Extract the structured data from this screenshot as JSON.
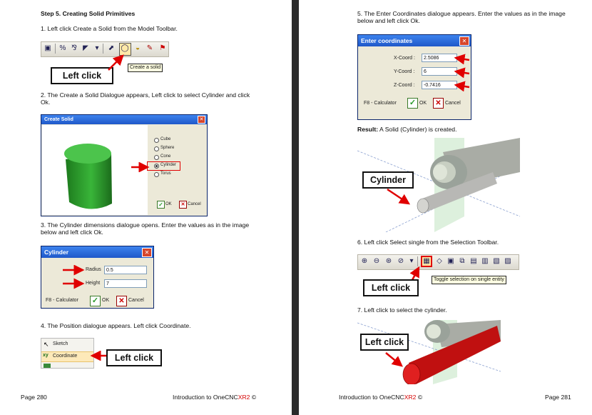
{
  "left_page": {
    "heading": "Step 5. Creating Solid Primitives",
    "step1": "1. Left click Create a Solid from the Model Toolbar.",
    "step1_tooltip": "Create a solid",
    "step1_callout": "Left click",
    "step2": "2. The  Create a Solid Dialogue appears,  Left click to select Cylinder and click Ok.",
    "create_solid_dialog": {
      "title": "Create Solid",
      "options": [
        "Cube",
        "Sphere",
        "Cone",
        "Cylinder",
        "Torus"
      ],
      "selected": "Cylinder",
      "ok": "OK",
      "cancel": "Cancel"
    },
    "step3": "3. The Cylinder dimensions dialogue opens. Enter the values as in the image below and left click Ok.",
    "cylinder_dialog": {
      "title": "Cylinder",
      "radius_label": "Radius",
      "radius_value": "0.5",
      "height_label": "Height",
      "height_value": "7",
      "calculator": "F8 - Calculator",
      "ok": "OK",
      "cancel": "Cancel"
    },
    "step4": "4. The Position dialogue appears. Left click Coordinate.",
    "position_menu": {
      "items": [
        "Sketch",
        "Coordinate"
      ]
    },
    "step4_callout": "Left click",
    "footer_page": "Page 280",
    "footer_title_prefix": "Introduction to OneCNC",
    "footer_title_brand": "XR2",
    "footer_title_suffix": " ©"
  },
  "right_page": {
    "step5": "5. The Enter Coordinates dialogue appears. Enter the values as in the image below and left click Ok.",
    "coord_dialog": {
      "title": "Enter coordinates",
      "x_label": "X-Coord :",
      "x_value": "2.5086",
      "y_label": "Y-Coord :",
      "y_value": "6",
      "z_label": "Z-Coord :",
      "z_value": "-0.7416",
      "calculator": "F8 - Calculator",
      "ok": "OK",
      "cancel": "Cancel"
    },
    "result_label": "Result:",
    "result_text": " A Solid (Cylinder) is created.",
    "cylinder_callout": "Cylinder",
    "step6": "6. Left click Select single from the Selection Toolbar.",
    "step6_tooltip": "Toggle selection on single entity",
    "step6_callout": "Left click",
    "step7": "7. Left click to select the cylinder.",
    "step7_callout": "Left click",
    "footer_title_prefix": "Introduction to OneCNC",
    "footer_title_brand": "XR2",
    "footer_title_suffix": " ©",
    "footer_page": "Page 281"
  },
  "colors": {
    "dialog_title": "#2a62d8",
    "arrow_red": "#e00000",
    "cylinder_green": "#2f9b2f",
    "selected_red": "#c01010"
  }
}
